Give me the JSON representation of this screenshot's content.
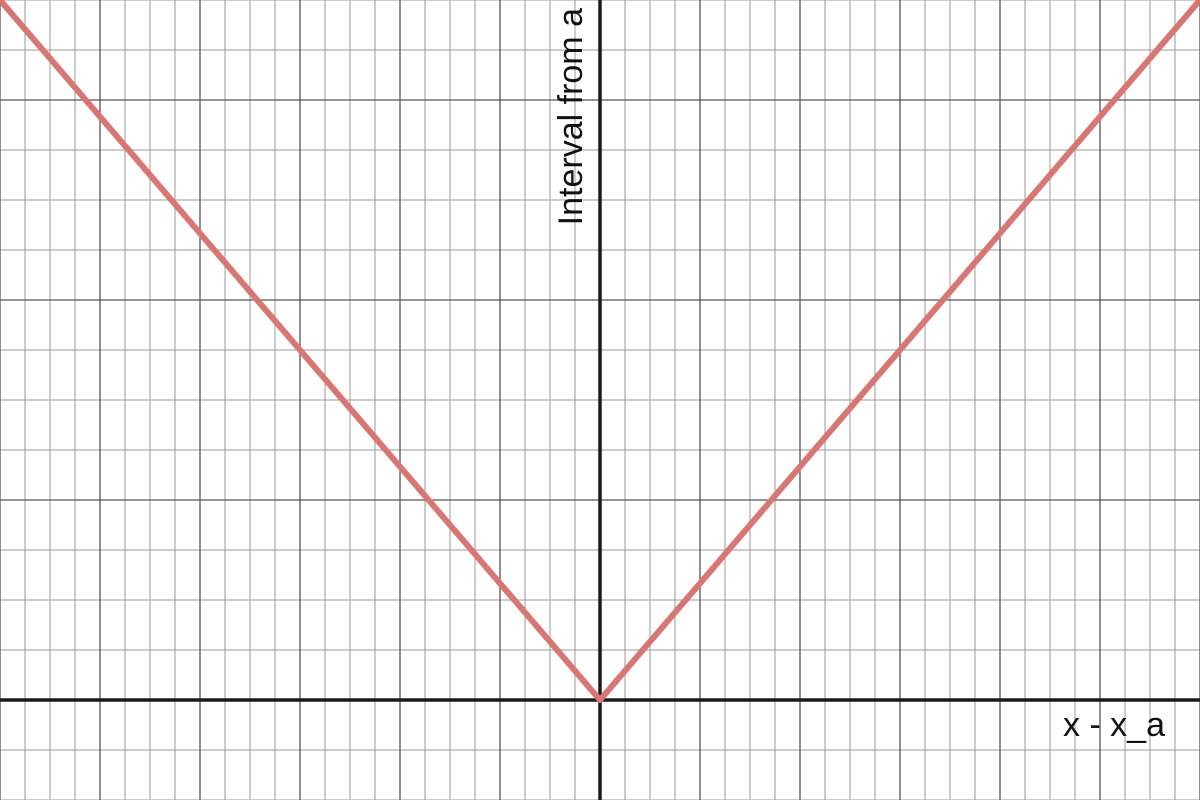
{
  "chart_data": {
    "type": "line",
    "title": "",
    "xlabel": "x - x_a",
    "ylabel": "Interval from a",
    "xlim": [
      -6,
      6
    ],
    "ylim": [
      -0.5,
      3.5
    ],
    "grid": true,
    "x_major_step": 1,
    "x_minor_step": 0.25,
    "y_major_step": 1,
    "y_minor_step": 0.25,
    "series": [
      {
        "x": [
          -6,
          0,
          6
        ],
        "y": [
          3.5,
          0,
          3.5
        ],
        "color": "#d97673"
      }
    ]
  }
}
